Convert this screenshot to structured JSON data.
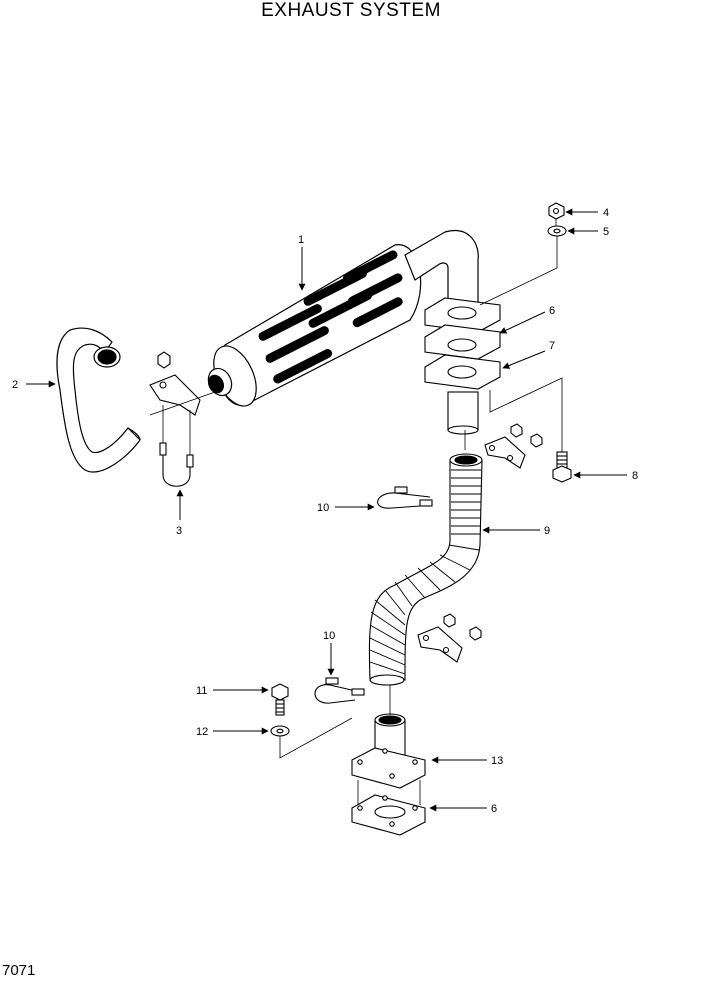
{
  "title": "EXHAUST SYSTEM",
  "page_number": "7071",
  "callouts": {
    "c1": "1",
    "c2": "2",
    "c3": "3",
    "c4": "4",
    "c5": "5",
    "c6a": "6",
    "c6b": "6",
    "c7": "7",
    "c8": "8",
    "c9": "9",
    "c10a": "10",
    "c10b": "10",
    "c11": "11",
    "c12": "12",
    "c13": "13"
  }
}
